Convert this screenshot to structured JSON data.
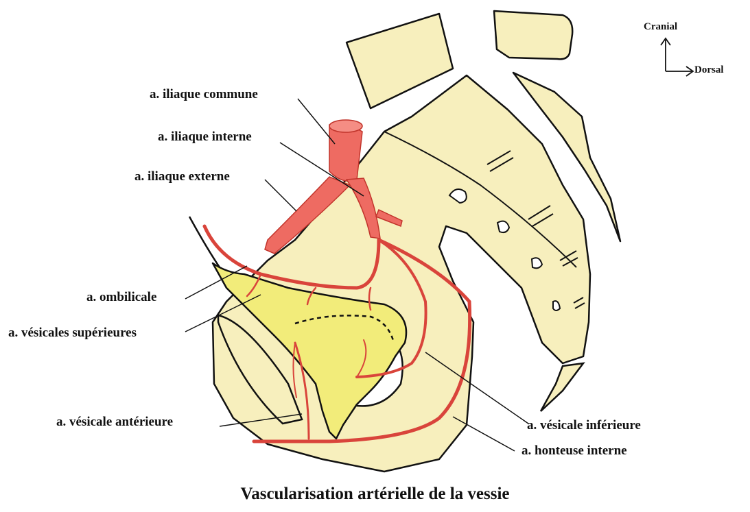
{
  "title": "Vascularisation artérielle de la vessie",
  "orientation": {
    "up": "Cranial",
    "right": "Dorsal"
  },
  "labels": {
    "iliaque_commune": "a. iliaque commune",
    "iliaque_interne": "a. iliaque interne",
    "iliaque_externe": "a. iliaque externe",
    "ombilicale": "a. ombilicale",
    "vesicales_superieures": "a. vésicales supérieures",
    "vesicale_anterieure": "a. vésicale antérieure",
    "vesicale_inferieure": "a. vésicale inférieure",
    "honteuse_interne": "a. honteuse interne"
  },
  "colors": {
    "bone": "#f7efbd",
    "bladder": "#f2ec7a",
    "artery": "#d9443b",
    "artery_trunk": "#ee6b62",
    "outline": "#111111"
  }
}
